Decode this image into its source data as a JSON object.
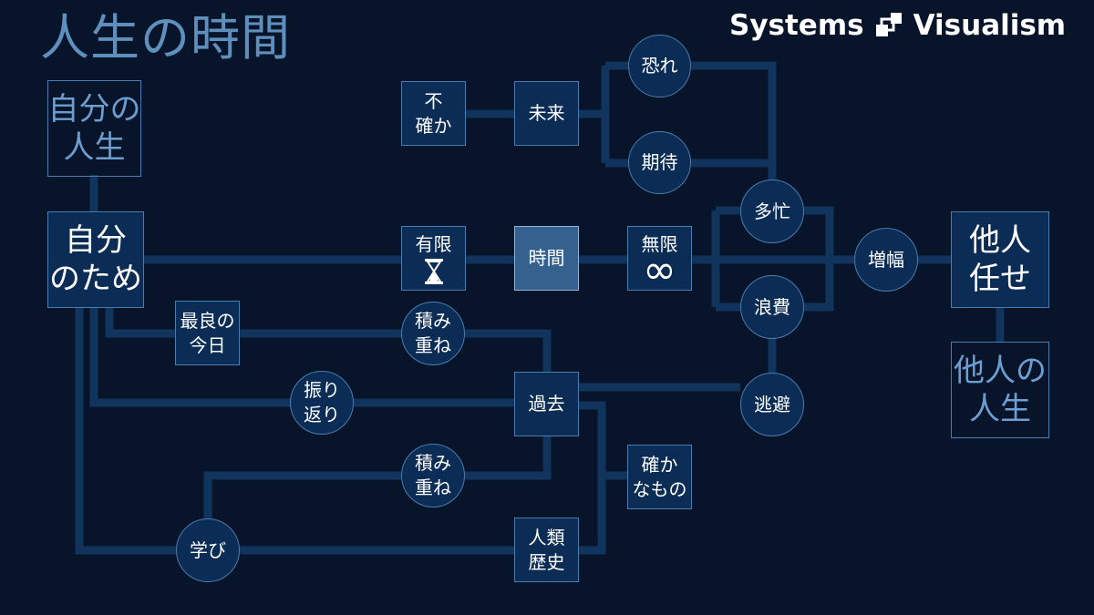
{
  "title": "人生の時間",
  "brand": {
    "name_left": "Systems",
    "name_right": "Visualism"
  },
  "colors": {
    "background": "#07142a",
    "node_fill": "#0b2d55",
    "node_border": "#4b7bb0",
    "connector": "#11345c",
    "title": "#5f8fbd",
    "outline_text": "#6d9ed1",
    "highlight": "#35618f"
  },
  "nodes": {
    "jibun_no_jinsei": [
      "自分の",
      "人生"
    ],
    "jibun_no_tame": [
      "自分",
      "のため"
    ],
    "futashika": [
      "不",
      "確か"
    ],
    "mirai": [
      "未来"
    ],
    "osore": [
      "恐れ"
    ],
    "kitai": [
      "期待"
    ],
    "tabou": [
      "多忙"
    ],
    "zoufuku": [
      "増幅"
    ],
    "tanin_makase": [
      "他人",
      "任せ"
    ],
    "tanin_no_jinsei": [
      "他人の",
      "人生"
    ],
    "yuugen": [
      "有限"
    ],
    "jikan": [
      "時間"
    ],
    "mugen": [
      "無限",
      "∞"
    ],
    "rouhi": [
      "浪費"
    ],
    "sairyou": [
      "最良の",
      "今日"
    ],
    "tsumikasane_1": [
      "積み",
      "重ね"
    ],
    "kako": [
      "過去"
    ],
    "touhi": [
      "逃避"
    ],
    "furikaeri": [
      "振り",
      "返り"
    ],
    "tsumikasane_2": [
      "積み",
      "重ね"
    ],
    "tashika_na_mono": [
      "確か",
      "なもの"
    ],
    "manabi": [
      "学び"
    ],
    "jinrui_rekishi": [
      "人類",
      "歴史"
    ]
  },
  "icons": {
    "yuugen": "hourglass-icon",
    "mugen": "infinity-icon",
    "brand": "systems-logo-icon"
  }
}
